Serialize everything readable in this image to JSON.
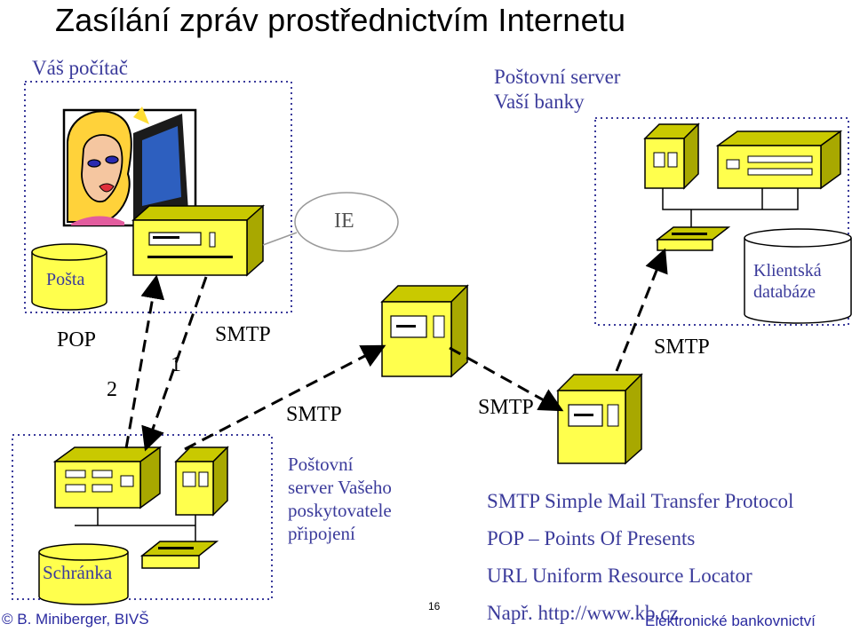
{
  "title": "Zasílání zpráv prostřednictvím Internetu",
  "labels": {
    "your_computer": "Váš počítač",
    "bank_server_line1": "Poštovní server",
    "bank_server_line2": "Vaší banky",
    "ie": "IE",
    "posta": "Pošta",
    "client_db_line1": "Klientská",
    "client_db_line2": "databáze",
    "pop": "POP",
    "step_2": "2",
    "step_1": "1",
    "smtp_upper_left": "SMTP",
    "smtp_upper_right": "SMTP",
    "smtp_mid_left": "SMTP",
    "smtp_mid_center": "SMTP",
    "isp_line1": "Poštovní",
    "isp_line2": "server Vašeho",
    "isp_line3": "poskytovatele",
    "isp_line4": "připojení",
    "schranka": "Schránka"
  },
  "legend": [
    "SMTP Simple Mail Transfer Protocol",
    "POP – Points Of Presents",
    "URL Uniform Resource Locator",
    "Např. http://www.kb.cz"
  ],
  "footer": {
    "author": "© B. Miniberger, BIVŠ",
    "page": "16",
    "course": "Elektronické bankovnictví"
  },
  "colors": {
    "device_fill": "#ffff4d",
    "device_side": "#c9c900",
    "boundary": "#3b3b9b",
    "text_blue": "#3b3b9b",
    "footer_text": "#2a2aa0"
  },
  "icons": [
    "woman-at-computer-clipart",
    "dashed-arrow-icon"
  ]
}
